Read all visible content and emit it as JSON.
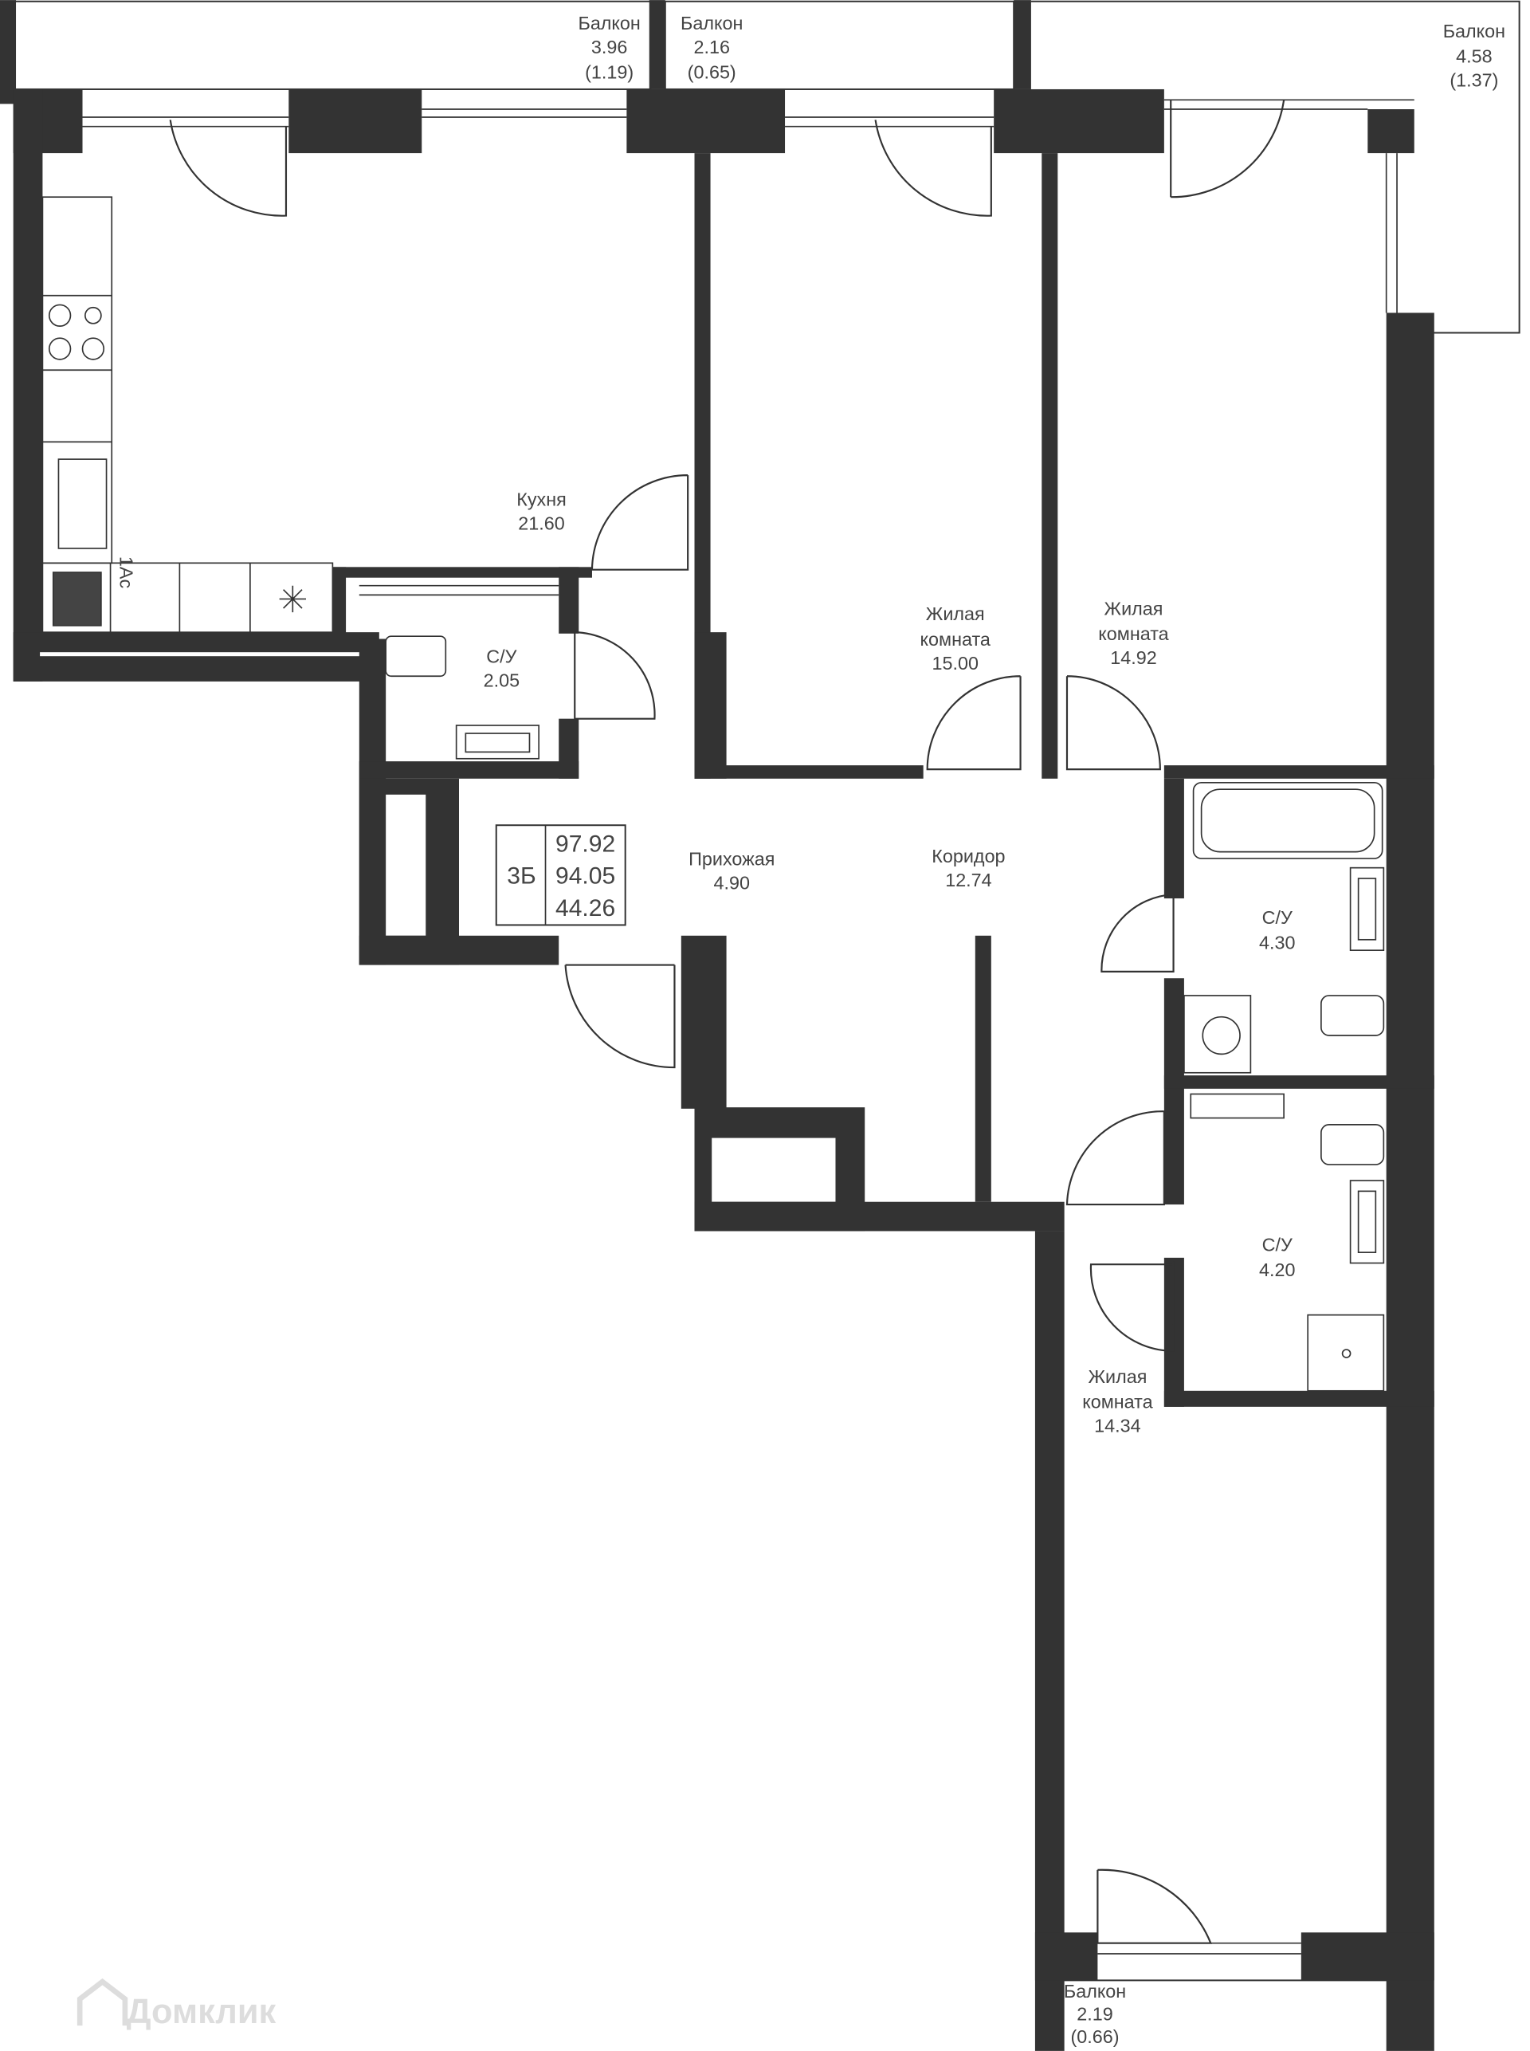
{
  "rooms": {
    "kitchen": {
      "name": "Кухня",
      "area": "21.60"
    },
    "wc1": {
      "name": "С/У",
      "area": "2.05"
    },
    "bedroom1": {
      "name1": "Жилая",
      "name2": "комната",
      "area": "15.00"
    },
    "bedroom2": {
      "name1": "Жилая",
      "name2": "комната",
      "area": "14.92"
    },
    "hall": {
      "name": "Прихожая",
      "area": "4.90"
    },
    "corridor": {
      "name": "Коридор",
      "area": "12.74"
    },
    "wc2": {
      "name": "С/У",
      "area": "4.30"
    },
    "wc3": {
      "name": "С/У",
      "area": "4.20"
    },
    "bedroom3": {
      "name1": "Жилая",
      "name2": "комната",
      "area": "14.34"
    }
  },
  "balconies": [
    {
      "name": "Балкон",
      "area": "3.96",
      "reduced": "(1.19)"
    },
    {
      "name": "Балкон",
      "area": "2.16",
      "reduced": "(0.65)"
    },
    {
      "name": "Балкон",
      "area": "4.58",
      "reduced": "(1.37)"
    },
    {
      "name": "Балкон",
      "area": "2.19",
      "reduced": "(0.66)"
    }
  ],
  "summary": {
    "type": "3Б",
    "total": "97.92",
    "living_total": "94.05",
    "living": "44.26"
  },
  "kitchen_mark": "1Ac",
  "watermark": "Домклик"
}
